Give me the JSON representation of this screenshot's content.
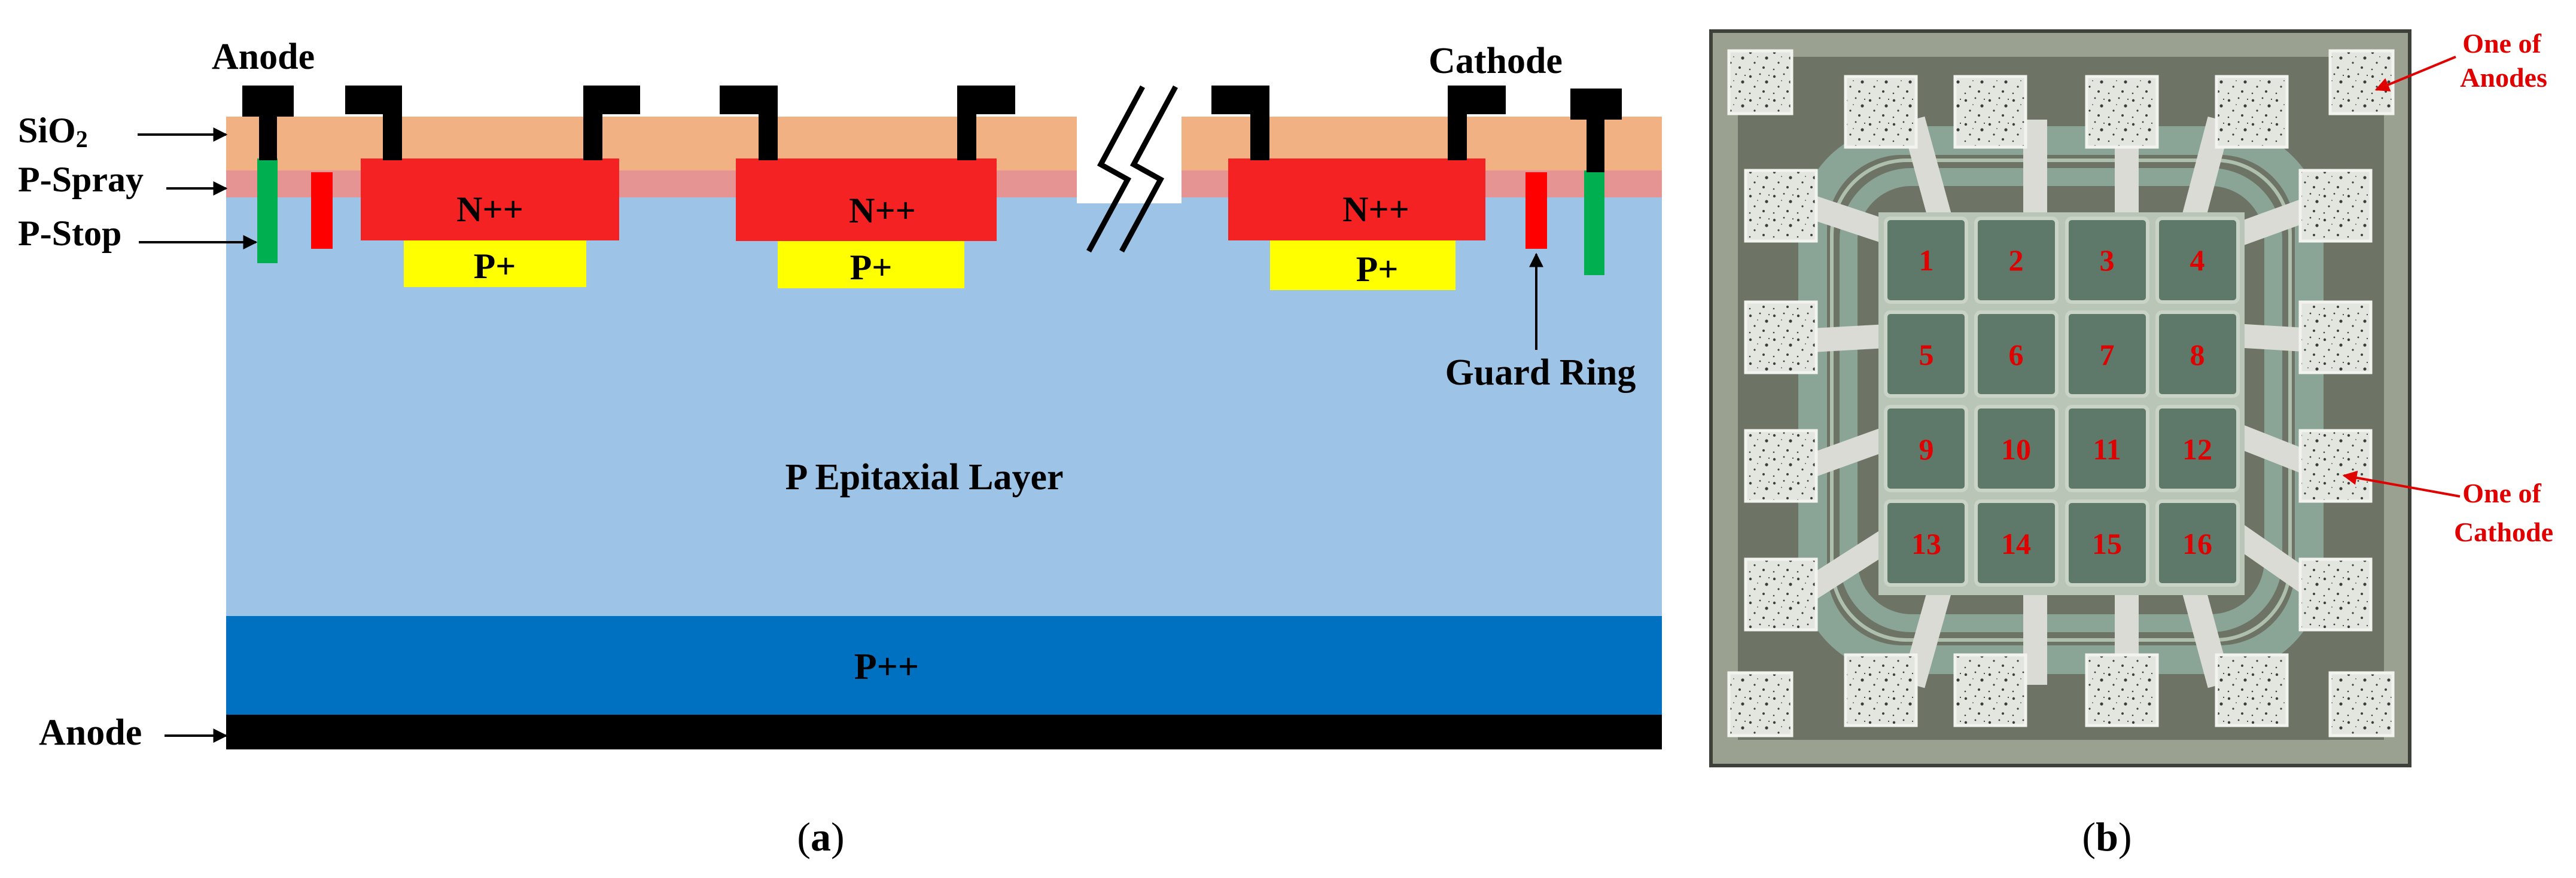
{
  "panel_a": {
    "caption_open": "(",
    "caption_letter": "a",
    "caption_close": ")",
    "labels": {
      "anode_top": "Anode",
      "cathode_top": "Cathode",
      "sio2": "SiO",
      "sio2_sub": "2",
      "p_spray": "P-Spray",
      "p_stop": "P-Stop",
      "anode_bottom": "Anode",
      "guard_ring": "Guard Ring",
      "epi": "P Epitaxial Layer",
      "p_plus_plus": "P++"
    },
    "cells": [
      {
        "n": "N++",
        "p": "P+"
      },
      {
        "n": "N++",
        "p": "P+"
      },
      {
        "n": "N++",
        "p": "P+"
      }
    ],
    "colors": {
      "sio2": "#f2b183",
      "p_spray": "#e59393",
      "epi": "#9dc3e6",
      "p_plus_plus": "#0070c0",
      "metal": "#000000",
      "n_plus_plus": "#f52224",
      "p_plus": "#ffff00",
      "p_stop": "#00b050",
      "guard_ring": "#ff0000"
    }
  },
  "panel_b": {
    "caption_open": "(",
    "caption_letter": "b",
    "caption_close": ")",
    "pixel_numbers": [
      "1",
      "2",
      "3",
      "4",
      "5",
      "6",
      "7",
      "8",
      "9",
      "10",
      "11",
      "12",
      "13",
      "14",
      "15",
      "16"
    ],
    "annotation_anodes_line1": "One of",
    "annotation_anodes_line2": "Anodes",
    "annotation_cathode_line1": "One of",
    "annotation_cathode_line2": "Cathode",
    "colors": {
      "annotation": "#e00000",
      "pixel_number": "#e00000",
      "die": "#6d7466",
      "ring": "#8aa596",
      "pad": "#dde0d9",
      "pixel": "#5e786a"
    }
  }
}
